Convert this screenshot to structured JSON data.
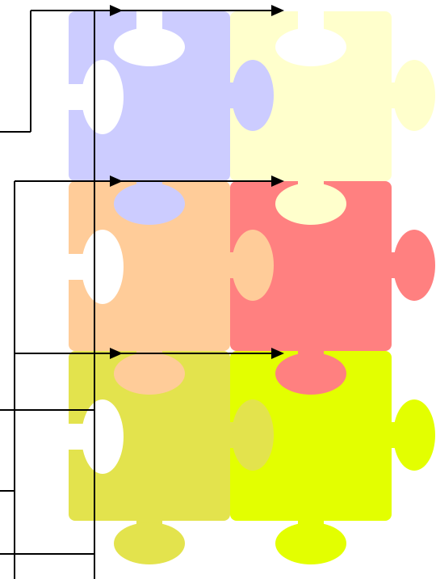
{
  "diagram": {
    "type": "jigsaw-puzzle-connector-diagram",
    "grid": {
      "rows": 3,
      "columns": 2
    },
    "pieces": [
      {
        "row": 1,
        "col": 1,
        "color": "#CCCCFF"
      },
      {
        "row": 1,
        "col": 2,
        "color": "#FFFFCC"
      },
      {
        "row": 2,
        "col": 1,
        "color": "#FFCC99"
      },
      {
        "row": 2,
        "col": 2,
        "color": "#FF8080"
      },
      {
        "row": 3,
        "col": 1,
        "color": "#E3E34D"
      },
      {
        "row": 3,
        "col": 2,
        "color": "#E3FF00"
      }
    ],
    "line_color": "#000000",
    "arrow_rows": 3,
    "arrows_per_row": 2,
    "left_connector_lines": 6
  }
}
